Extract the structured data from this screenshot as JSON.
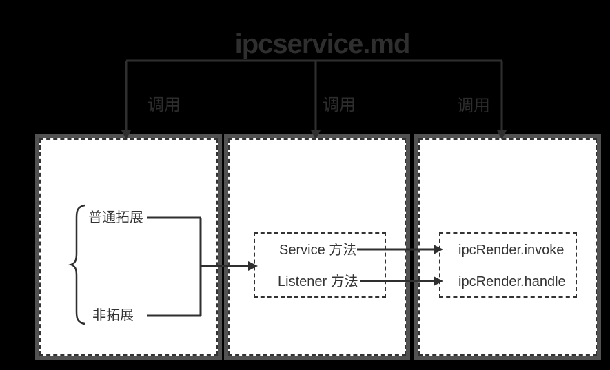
{
  "colors": {
    "background": "#000000",
    "box_fill": "#ffffff",
    "line": "#2f2f2f",
    "text_dark": "#333333",
    "connector_label_text": "#2d2d2d",
    "box_halo": "rgba(255,255,255,0.32)"
  },
  "title": "ipcservice.md",
  "connectors": {
    "left_label": "调用",
    "middle_label": "调用",
    "right_label": "调用"
  },
  "left_box": {
    "brace_top_label": "普通拓展",
    "brace_bottom_label": "非拓展"
  },
  "middle_box": {
    "rows": [
      {
        "label": "Service 方法"
      },
      {
        "label": "Listener 方法"
      }
    ]
  },
  "right_box": {
    "rows": [
      {
        "label": "ipcRender.invoke"
      },
      {
        "label": "ipcRender.handle"
      }
    ]
  }
}
